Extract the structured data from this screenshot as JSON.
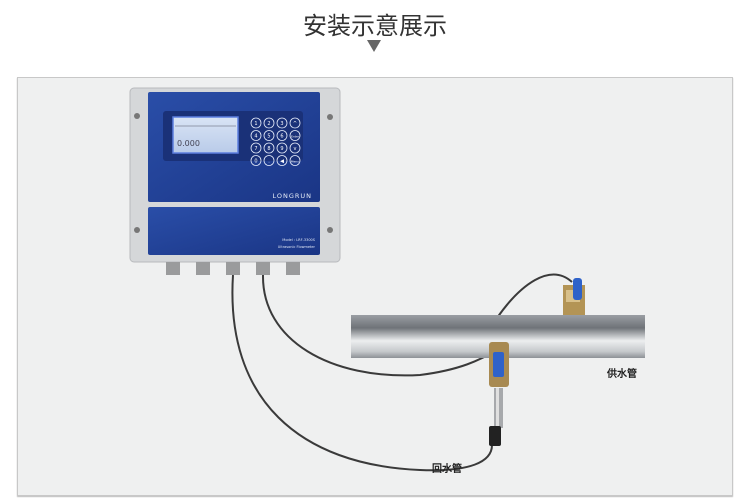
{
  "header": {
    "title": "安装示意展示",
    "arrow_icon": "triangle-down-icon"
  },
  "device": {
    "brand": "LONGRUN",
    "model": "Model : LRF-3300S",
    "type": "Ultrasonic Flowmeter",
    "display_value": "0.000",
    "keys": [
      "1",
      "2",
      "3",
      "^",
      "4",
      "5",
      "6",
      "Enter",
      "7",
      "8",
      "9",
      "v",
      "0",
      ".",
      "◀",
      "Menu"
    ]
  },
  "labels": {
    "supply_pipe": "供水管",
    "return_pipe": "回水管"
  },
  "colors": {
    "panel_blue": "#1f3f95",
    "background": "#eff0f0"
  }
}
